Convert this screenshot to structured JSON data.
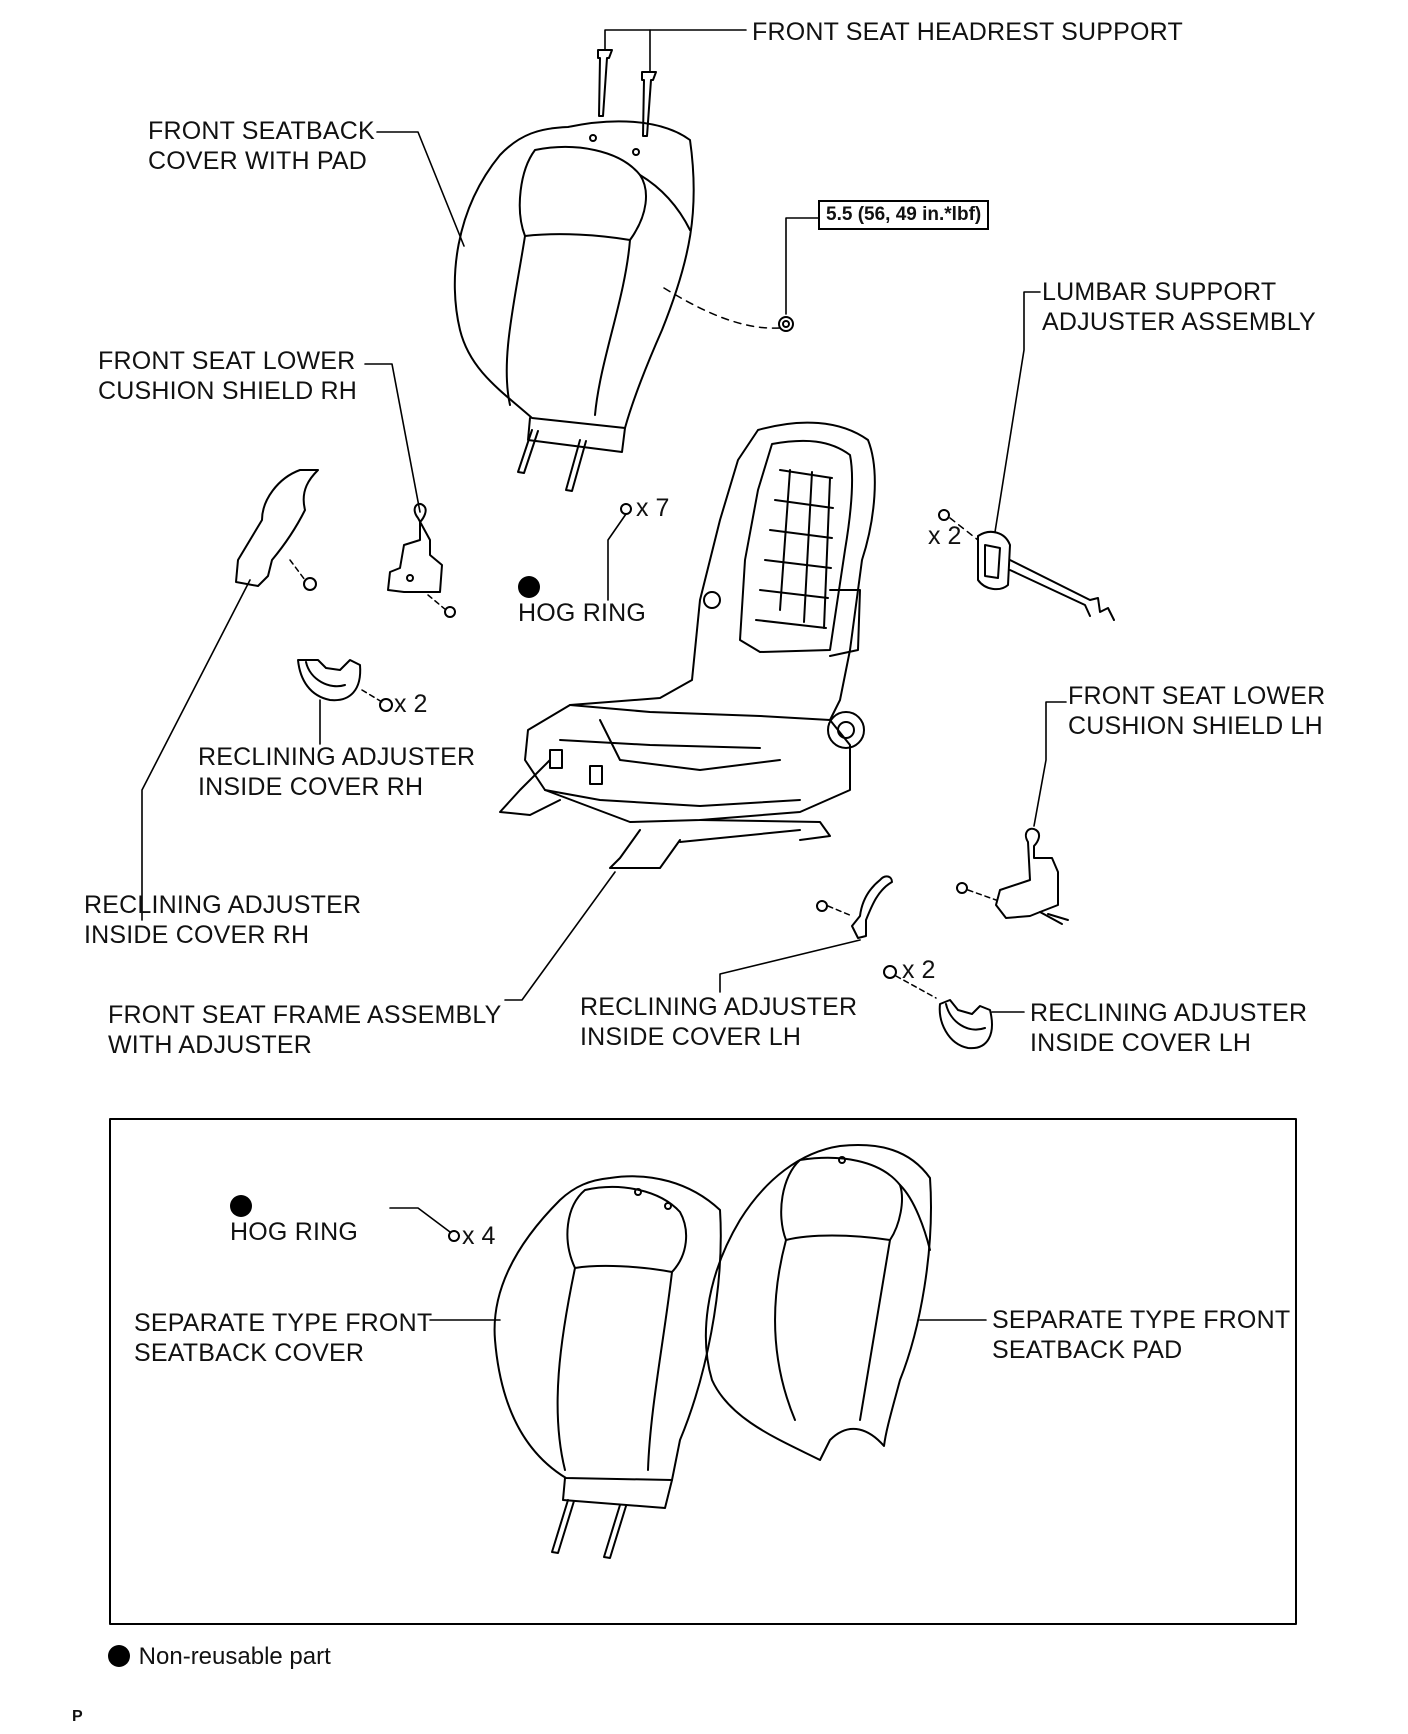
{
  "labels": {
    "headrest_support": "FRONT SEAT HEADREST SUPPORT",
    "seatback_cover_pad": [
      "FRONT SEATBACK",
      "COVER WITH PAD"
    ],
    "torque": "5.5 (56, 49 in.*lbf)",
    "lumbar_support": [
      "LUMBAR SUPPORT",
      "ADJUSTER ASSEMBLY"
    ],
    "lower_shield_rh": [
      "FRONT SEAT LOWER",
      "CUSHION SHIELD RH"
    ],
    "hog_ring_qty": "x 7",
    "hog_ring": "HOG RING",
    "lumbar_qty": "x 2",
    "recl_cover_rh_qty": "x 2",
    "recl_cover_rh_a": [
      "RECLINING ADJUSTER",
      "INSIDE COVER RH"
    ],
    "lower_shield_lh": [
      "FRONT SEAT LOWER",
      "CUSHION SHIELD LH"
    ],
    "recl_cover_rh_b": [
      "RECLINING ADJUSTER",
      "INSIDE COVER RH"
    ],
    "frame_assembly": [
      "FRONT SEAT FRAME ASSEMBLY",
      "WITH ADJUSTER"
    ],
    "recl_cover_lh_qty": "x 2",
    "recl_cover_lh_a": [
      "RECLINING ADJUSTER",
      "INSIDE COVER LH"
    ],
    "recl_cover_lh_b": [
      "RECLINING ADJUSTER",
      "INSIDE COVER LH"
    ],
    "inset_hog_ring": "HOG RING",
    "inset_hog_ring_qty": "x 4",
    "separate_cover": [
      "SEPARATE TYPE FRONT",
      "SEATBACK COVER"
    ],
    "separate_pad": [
      "SEPARATE TYPE FRONT",
      "SEATBACK PAD"
    ]
  },
  "legend": {
    "text": "Non-reusable part"
  },
  "page_code": "P"
}
